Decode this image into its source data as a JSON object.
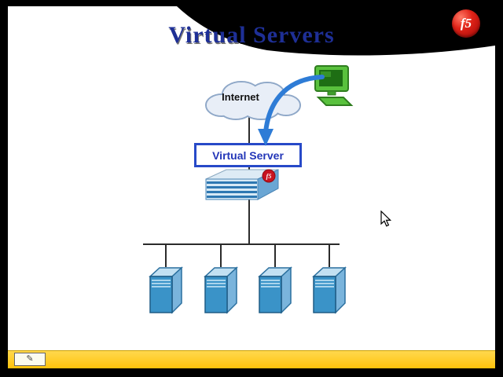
{
  "slide": {
    "title": "Virtual Servers",
    "brand_logo": "f5"
  },
  "diagram": {
    "cloud_label": "Internet",
    "virtual_server_label": "Virtual Server",
    "device_logo": "f5",
    "server_count": 4
  },
  "toolbar": {
    "pencil_icon": "✎"
  },
  "colors": {
    "slide_background": "#ffffff",
    "frame_background": "#000000",
    "title_blue": "#1e2f96",
    "box_border_blue": "#2749c8",
    "arrow_blue": "#2e7cd6",
    "server_blue": "#3a93c8",
    "logo_red": "#d61a1a",
    "toolbar_yellow": "#ffc30b"
  }
}
